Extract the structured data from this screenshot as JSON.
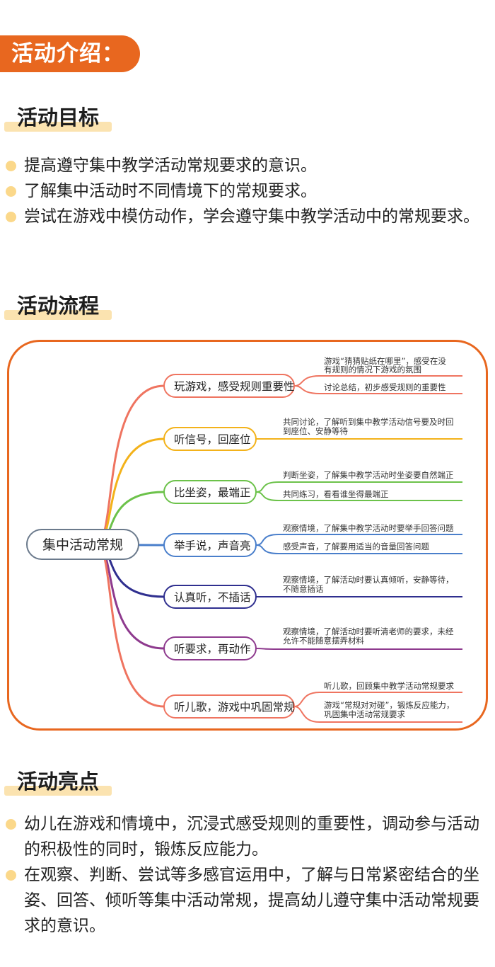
{
  "intro": {
    "label": "活动介绍："
  },
  "goals": {
    "title": "活动目标",
    "items": [
      "提高遵守集中教学活动常规要求的意识。",
      "了解集中活动时不同情境下的常规要求。",
      "尝试在游戏中模仿动作，学会遵守集中教学活动中的常规要求。"
    ]
  },
  "flow": {
    "title": "活动流程",
    "center": "集中活动常规",
    "branches": [
      {
        "label": "玩游戏，感受规则重要性",
        "color": "#ef7460",
        "subs": [
          [
            "游戏“猜猜贴纸在哪里”，感受在没",
            "有规则的情况下游戏的氛围"
          ],
          [
            "讨论总结，初步感受规则的重要性"
          ]
        ]
      },
      {
        "label": "听信号，回座位",
        "color": "#f3b21a",
        "subs": [
          [
            "共同讨论，了解听到集中教学活动信号要及时回",
            "到座位、安静等待"
          ]
        ]
      },
      {
        "label": "比坐姿，最端正",
        "color": "#6cc24a",
        "subs": [
          [
            "判断坐姿，了解集中教学活动时坐姿要自然端正"
          ],
          [
            "共同练习，看看谁坐得最端正"
          ]
        ]
      },
      {
        "label": "举手说，声音亮",
        "color": "#4a7fcb",
        "subs": [
          [
            "观察情境，了解集中教学活动时要举手回答问题"
          ],
          [
            "感受声音，了解要用适当的音量回答问题"
          ]
        ]
      },
      {
        "label": "认真听，不插话",
        "color": "#2f2f8f",
        "subs": [
          [
            "观察情境，了解活动时要认真倾听，安静等待，",
            "不随意插话"
          ]
        ]
      },
      {
        "label": "听要求，再动作",
        "color": "#8e3a8e",
        "subs": [
          [
            "观察情境，了解活动时要听清老师的要求，未经",
            "允许不能随意摆弄材料"
          ]
        ]
      },
      {
        "label": "听儿歌，游戏中巩固常规",
        "color": "#ef7460",
        "subs": [
          [
            "听儿歌，回顾集中教学活动常规要求"
          ],
          [
            "游戏“常规对对碰”，锻炼反应能力，",
            "巩固集中活动常规要求"
          ]
        ]
      }
    ]
  },
  "highlights": {
    "title": "活动亮点",
    "items": [
      "幼儿在游戏和情境中，沉浸式感受规则的重要性，调动参与活动的积极性的同时，锻炼反应能力。",
      "在观察、判断、尝试等多感官运用中，了解与日常紧密结合的坐姿、回答、倾听等集中活动常规，提高幼儿遵守集中活动常规要求的意识。"
    ]
  }
}
